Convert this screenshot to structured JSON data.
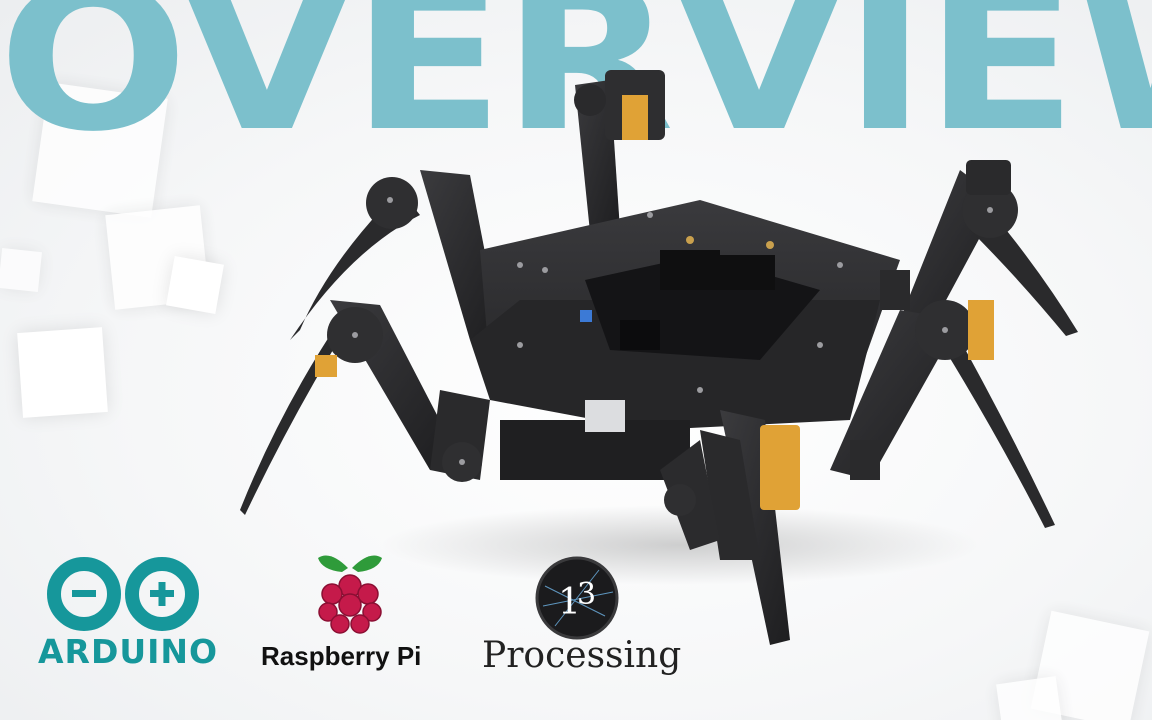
{
  "headline": "OVERVIEW",
  "logos": [
    {
      "name": "arduino",
      "label": "ARDUINO"
    },
    {
      "name": "raspberry-pi",
      "label": "Raspberry Pi"
    },
    {
      "name": "processing",
      "label": "Processing"
    }
  ],
  "colors": {
    "headline": "#7cc0cc",
    "arduino": "#16979b",
    "robot_body": "#2b2b2d",
    "servo_accent": "#e0a236"
  }
}
